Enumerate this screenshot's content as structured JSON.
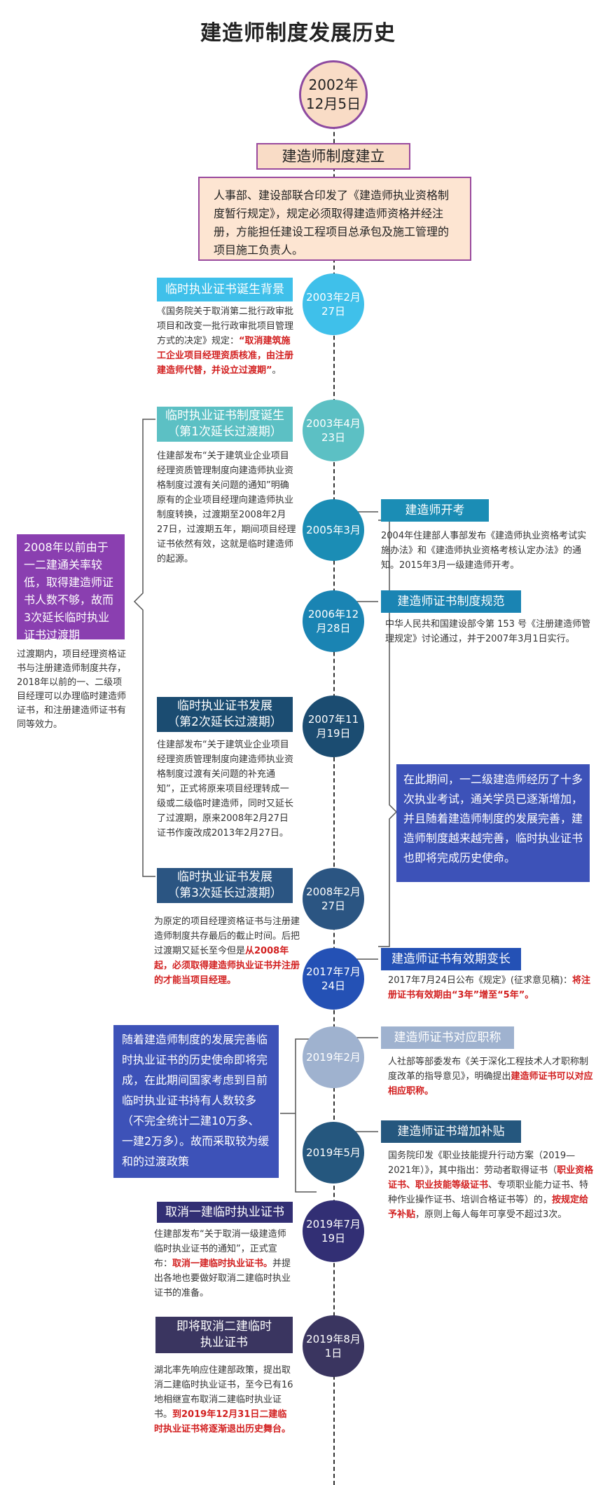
{
  "title": "建造师制度发展历史",
  "start": {
    "date": "2002年\n12月5日",
    "header": "建造师制度建立",
    "text": "人事部、建设部联合印发了《建造师执业资格制度暂行规定》，规定必须取得建造师资格并经注册，方能担任建设工程项目总承包及施工管理的项目施工负责人。"
  },
  "events": [
    {
      "date": "2003年2月\n27日",
      "header": "临时执业证书诞生背景",
      "text": "《国务院关于取消第二批行政审批项目和改变一批行政审批项目管理方式的决定》规定：",
      "red": "“取消建筑施工企业项目经理资质核准，由注册建造师代替，并设立过渡期”",
      "after": "。"
    },
    {
      "date": "2003年4月\n23日",
      "header": "临时执业证书制度诞生\n（第1次延长过渡期）",
      "text": "住建部发布“关于建筑业企业项目经理资质管理制度向建造师执业资格制度过渡有关问题的通知”明确原有的企业项目经理向建造师执业制度转换，过渡期至2008年2月27日，过渡期五年，期间项目经理证书依然有效，这就是临时建造师的起源。"
    },
    {
      "date": "2005年3月",
      "header": "建造师开考",
      "text": "2004年住建部人事部发布《建造师执业资格考试实施办法》和《建造师执业资格考核认定办法》的通知。2015年3月一级建造师开考。"
    },
    {
      "date": "2006年12\n月28日",
      "header": "建造师证书制度规范",
      "text": "中华人民共和国建设部令第 153 号《注册建造师管理规定》讨论通过，并于2007年3月1日实行。"
    },
    {
      "date": "2007年11\n月19日",
      "header": "临时执业证书发展\n（第2次延长过渡期）",
      "text": "住建部发布“关于建筑业企业项目经理资质管理制度向建造师执业资格制度过渡有关问题的补充通知”，正式将原来项目经理转成一级或二级临时建造师，同时又延长了过渡期，原来2008年2月27日证书作废改成2013年2月27日。"
    },
    {
      "date": "2008年2月\n27日",
      "header": "临时执业证书发展\n（第3次延长过渡期）",
      "text": "为原定的项目经理资格证书与注册建造师制度共存最后的截止时间。后把过渡期又延长至今但是",
      "red": "从2008年起，必须取得建造师执业证书并注册的才能当项目经理。"
    },
    {
      "date": "2017年7月\n24日",
      "header": "建造师证书有效期变长",
      "text": "2017年7月24日公布《规定》(征求意见稿)：",
      "red": "将注册证书有效期由“3年”增至“5年”。"
    },
    {
      "date": "2019年2月",
      "header": "建造师证书对应职称",
      "text": "人社部等部委发布《关于深化工程技术人才职称制度改革的指导意见》，明确提出",
      "red": "建造师证书可以对应相应职称。"
    },
    {
      "date": "2019年5月",
      "header": "建造师证书增加补贴",
      "text": "国务院印发《职业技能提升行动方案（2019—2021年）》，其中指出：劳动者取得证书（",
      "red": "职业资格证书、职业技能等级证书",
      "mid": "、专项职业能力证书、特种作业操作证书、培训合格证书等）的，",
      "red2": "按规定给予补贴",
      "after": "，原则上每人每年可享受不超过3次。"
    },
    {
      "date": "2019年7月\n19日",
      "header": "取消一建临时执业证书",
      "text": "住建部发布“关于取消一级建造师临时执业证书的通知”，正式宣布：",
      "red": "取消一建临时执业证书。",
      "after": "并提出各地也要做好取消二建临时执业证书的准备。"
    },
    {
      "date": "2019年8月\n1日",
      "header": "即将取消二建临时\n执业证书",
      "text": "湖北率先响应住建部政策，提出取消二建临时执业证书，至今已有16地相继宣布取消二建临时执业证书。",
      "red": "到2019年12月31日二建临时执业证书将逐渐退出历史舞台。"
    }
  ],
  "notes": {
    "left_1": "2008年以前由于一二建通关率较低，取得建造师证书人数不够，故而3次延长临时执业证书过渡期",
    "left_1_sub": "过渡期内，项目经理资格证书与注册建造师制度共存，2018年以前的一、二级项目经理可以办理临时建造师证书，和注册建造师证书有同等效力。",
    "right_1": "在此期间，一二级建造师经历了十多次执业考试，通关学员已逐渐增加，并且随着建造师制度的发展完善，建造师制度越来越完善，临时执业证书也即将完成历史使命。",
    "left_2": "随着建造师制度的发展完善临时执业证书的历史使命即将完成，在此期间国家考虑到目前临时执业证书持有人数较多（不完全统计二建10万多、一建2万多）。故而采取较为缓和的过渡政策"
  },
  "colors": {
    "e0": "#3fc0ea",
    "e1": "#5cc0c4",
    "e2": "#1b8db5",
    "e3": "#1a84b3",
    "e4": "#1b4c71",
    "e5": "#2b5582",
    "e6": "#2451b5",
    "e7": "#9fb2cf",
    "e8": "#25577e",
    "e9": "#322f74",
    "e10": "#3a3560",
    "note_purple": "#8a3fb0",
    "note_blue": "#3d52b8",
    "accent_red": "#d21f1f"
  }
}
